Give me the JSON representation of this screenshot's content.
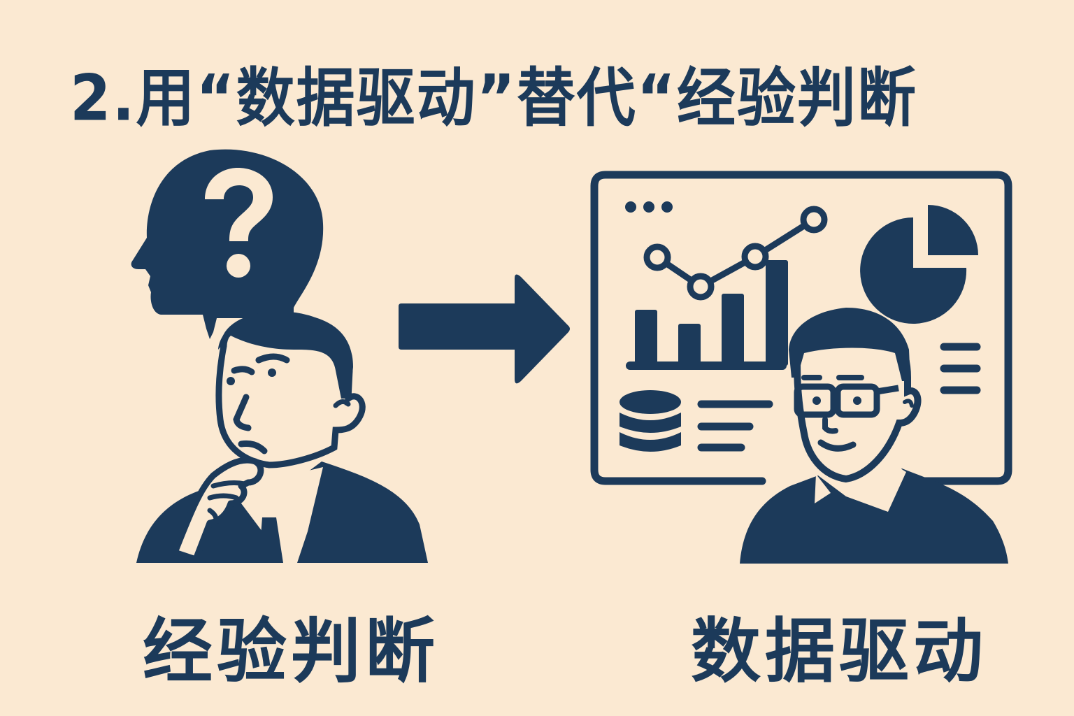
{
  "title": "2.用“数据驱动”替代“经验判断",
  "left_panel": {
    "label": "经验判断",
    "icons": [
      "head-silhouette-icon",
      "question-mark-icon",
      "thinking-man-icon"
    ]
  },
  "arrow": {
    "icon": "arrow-right-icon"
  },
  "right_panel": {
    "label": "数据驱动",
    "icons": [
      "dashboard-window-icon",
      "line-chart-icon",
      "bar-chart-icon",
      "pie-chart-icon",
      "database-icon",
      "text-lines-icon",
      "man-with-glasses-icon"
    ]
  },
  "colors": {
    "background": "#fbe9d2",
    "ink": "#1c3a5a"
  }
}
